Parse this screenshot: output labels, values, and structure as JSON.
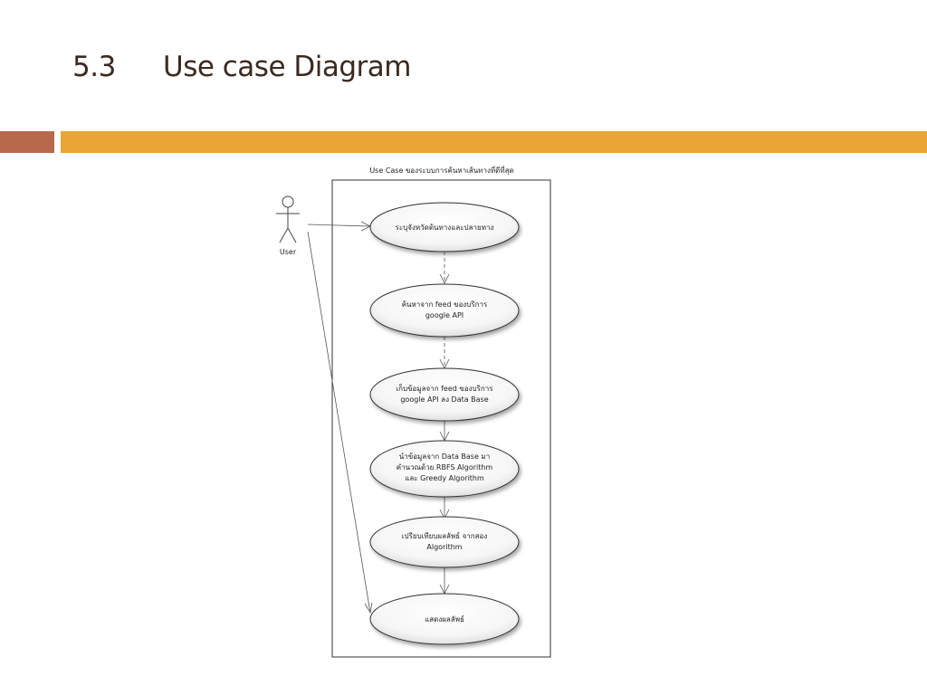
{
  "slide": {
    "number": "5.3",
    "title": "Use case Diagram"
  },
  "colors": {
    "title_text": "#3b2a20",
    "accent_left": "#b9694b",
    "accent_right": "#e9a535"
  },
  "diagram": {
    "caption": "Use Case ของระบบการค้นหาเส้นทางที่ดีที่สุด",
    "actor": {
      "label": "User"
    },
    "use_cases": [
      {
        "lines": [
          "ระบุจังหวัดต้นทางและปลายทาง"
        ]
      },
      {
        "lines": [
          "ค้นหาจาก feed ของบริการ",
          "google API"
        ]
      },
      {
        "lines": [
          "เก็บข้อมูลจาก feed ของบริการ",
          "google API ลง Data Base"
        ]
      },
      {
        "lines": [
          "นำข้อมูลจาก Data Base มา",
          "คำนวณด้วย RBFS Algorithm",
          "และ Greedy Algorithm"
        ]
      },
      {
        "lines": [
          "เปรียบเทียบผลลัพธ์ จากสอง",
          "Algorithm"
        ]
      },
      {
        "lines": [
          "แสดงผลลัพธ์"
        ]
      }
    ]
  }
}
